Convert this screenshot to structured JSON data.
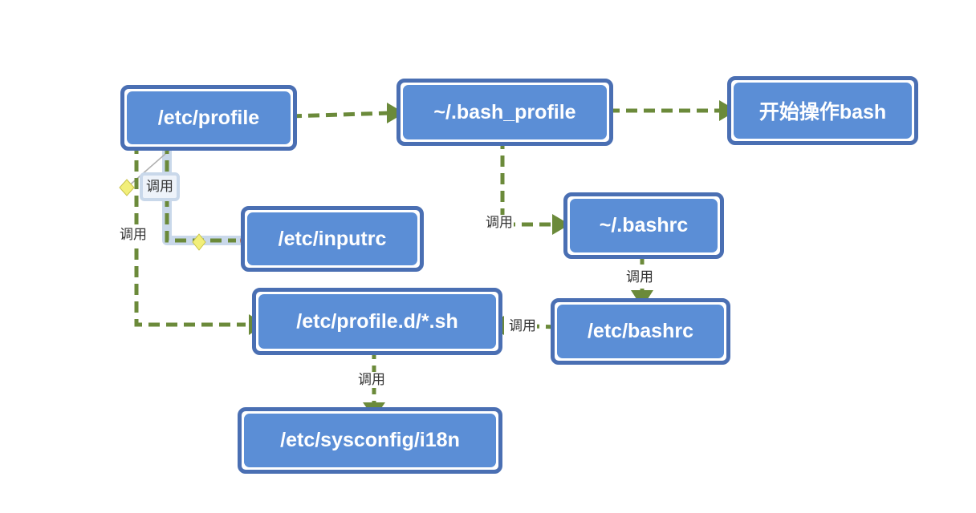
{
  "nodes": {
    "etc_profile": "/etc/profile",
    "bash_profile": "~/.bash_profile",
    "start_bash": "开始操作bash",
    "etc_inputrc": "/etc/inputrc",
    "bashrc": "~/.bashrc",
    "etc_profile_d": "/etc/profile.d/*.sh",
    "etc_bashrc": "/etc/bashrc",
    "sysconfig_i18n": "/etc/sysconfig/i18n"
  },
  "edge_labels": {
    "profile_to_inputrc": "调用",
    "profile_to_profile_d": "调用",
    "bash_profile_to_bashrc": "调用",
    "bashrc_to_etc_bashrc": "调用",
    "etc_bashrc_to_profile_d": "调用",
    "profile_d_to_i18n": "调用"
  },
  "colors": {
    "node_border": "#4a6fb3",
    "node_fill": "#5b8ed6",
    "edge": "#6b8a3a",
    "selection_handle": "#e07b3a",
    "selection_diamond": "#f2ef7a"
  }
}
